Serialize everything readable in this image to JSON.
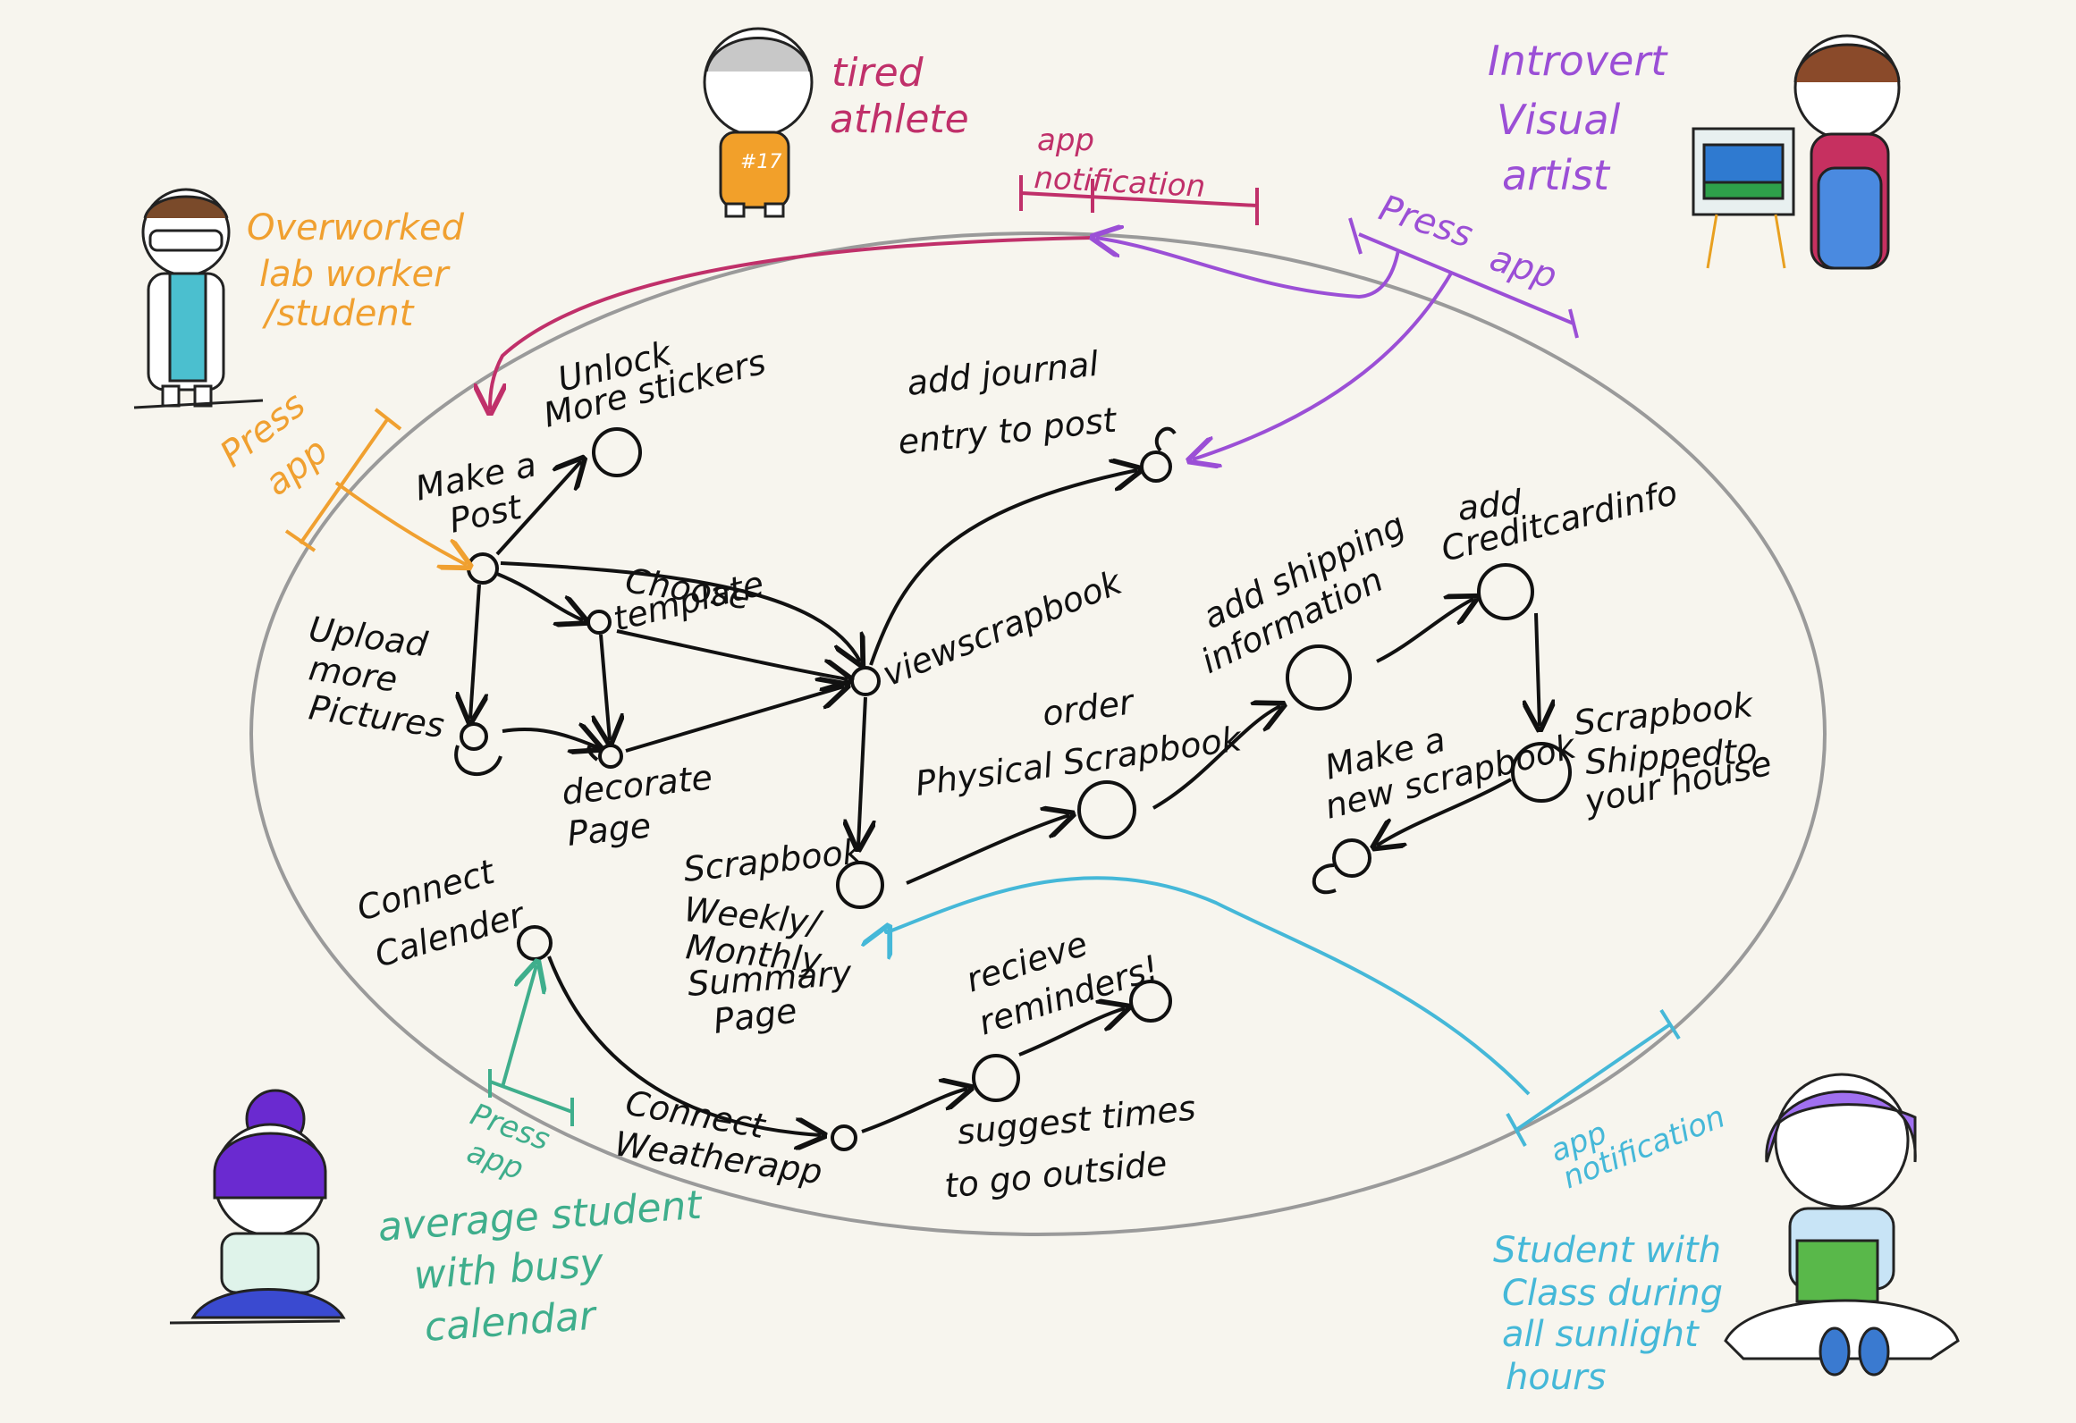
{
  "personas": {
    "lab_worker": {
      "line1": "Overworked",
      "line2": "lab worker",
      "line3": "/student",
      "color": "#f0a030",
      "trigger": [
        "Press",
        "app"
      ]
    },
    "athlete": {
      "line1": "tired",
      "line2": "athlete",
      "color": "#c0306a",
      "trigger": [
        "app",
        "notification"
      ],
      "jersey": "#17"
    },
    "artist": {
      "line1": "Introvert",
      "line2": "Visual",
      "line3": "artist",
      "color": "#9b4fd6",
      "trigger": [
        "Press",
        "app"
      ]
    },
    "busy_student": {
      "line1": "average student",
      "line2": "with busy",
      "line3": "calendar",
      "color": "#3fae8c",
      "trigger": [
        "Press",
        "app"
      ]
    },
    "sunlight_student": {
      "line1": "Student with",
      "line2": "Class during",
      "line3": "all sunlight",
      "line4": "hours",
      "color": "#45b8d8",
      "trigger": [
        "app",
        "notification"
      ]
    }
  },
  "nodes": {
    "make_post": [
      "Make a",
      "Post"
    ],
    "unlock_stickers": [
      "Unlock",
      "More stickers"
    ],
    "journal": [
      "add journal",
      "entry to post"
    ],
    "upload": [
      "Upload",
      "more",
      "Pictures"
    ],
    "template": [
      "Choose",
      "template"
    ],
    "view": [
      "viewscrapbook"
    ],
    "decorate": [
      "decorate",
      "Page"
    ],
    "summary": [
      "Scrapbook",
      "Weekly/",
      "Monthly",
      "Summary",
      "Page"
    ],
    "order": [
      "order",
      "Physical Scrapbook"
    ],
    "shipping": [
      "add shipping",
      "information"
    ],
    "credit": [
      "add",
      "Creditcardinfo"
    ],
    "shipped": [
      "Scrapbook",
      "Shippedto",
      "your house"
    ],
    "new_scrapbook": [
      "Make a",
      "new scrapbook"
    ],
    "calendar": [
      "Connect",
      "Calender"
    ],
    "weather": [
      "Connect",
      "Weatherapp"
    ],
    "reminders": [
      "recieve",
      "reminders!"
    ],
    "suggest": [
      "suggest times",
      "to go outside"
    ]
  },
  "colors": {
    "ink": "#111111",
    "ellipse": "#9a9a9a",
    "paper": "#f7f5ee"
  }
}
